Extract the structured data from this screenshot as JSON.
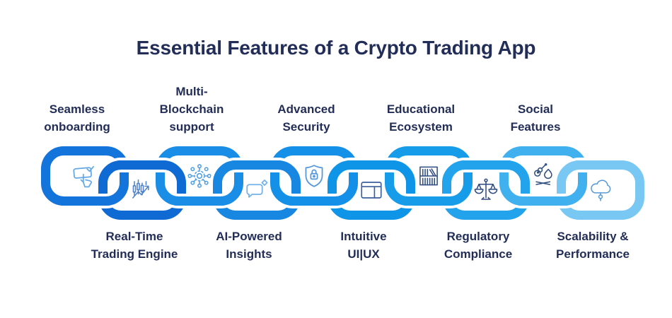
{
  "title": {
    "text": "Essential Features of a Crypto Trading App",
    "color": "#232e58"
  },
  "label_color": "#232e58",
  "background_color": "#ffffff",
  "links": [
    {
      "label": "Seamless\nonboarding",
      "side": "top",
      "icon": "tap-check-icon",
      "ring_color": "#1374db",
      "icon_color": "#63a9e8"
    },
    {
      "label": "Real-Time\nTrading Engine",
      "side": "bottom",
      "icon": "candlestick-chart-icon",
      "ring_color": "#0f6bd3",
      "icon_color": "#4e82cc"
    },
    {
      "label": "Multi-\nBlockchain\nsupport",
      "side": "top",
      "icon": "blockchain-network-icon",
      "ring_color": "#1a8ee7",
      "icon_color": "#4e9ee2"
    },
    {
      "label": "AI-Powered\nInsights",
      "side": "bottom",
      "icon": "chat-sparkle-icon",
      "ring_color": "#1787e2",
      "icon_color": "#74b2ea"
    },
    {
      "label": "Advanced\nSecurity",
      "side": "top",
      "icon": "shield-lock-icon",
      "ring_color": "#1590e8",
      "icon_color": "#5598dc"
    },
    {
      "label": "Intuitive\nUI|UX",
      "side": "bottom",
      "icon": "window-layout-icon",
      "ring_color": "#0f95e8",
      "icon_color": "#3b5e9d"
    },
    {
      "label": "Educational\nEcosystem",
      "side": "top",
      "icon": "bookshelf-icon",
      "ring_color": "#179ce9",
      "icon_color": "#2f4c80"
    },
    {
      "label": "Regulatory\nCompliance",
      "side": "bottom",
      "icon": "scales-icon",
      "ring_color": "#22a3ec",
      "icon_color": "#2f4c80"
    },
    {
      "label": "Social\nFeatures",
      "side": "top",
      "icon": "campfire-guitar-icon",
      "ring_color": "#41b0ee",
      "icon_color": "#30507f"
    },
    {
      "label": "Scalability &\nPerformance",
      "side": "bottom",
      "icon": "cloud-node-icon",
      "ring_color": "#79c8f3",
      "icon_color": "#5b9ad8"
    }
  ]
}
